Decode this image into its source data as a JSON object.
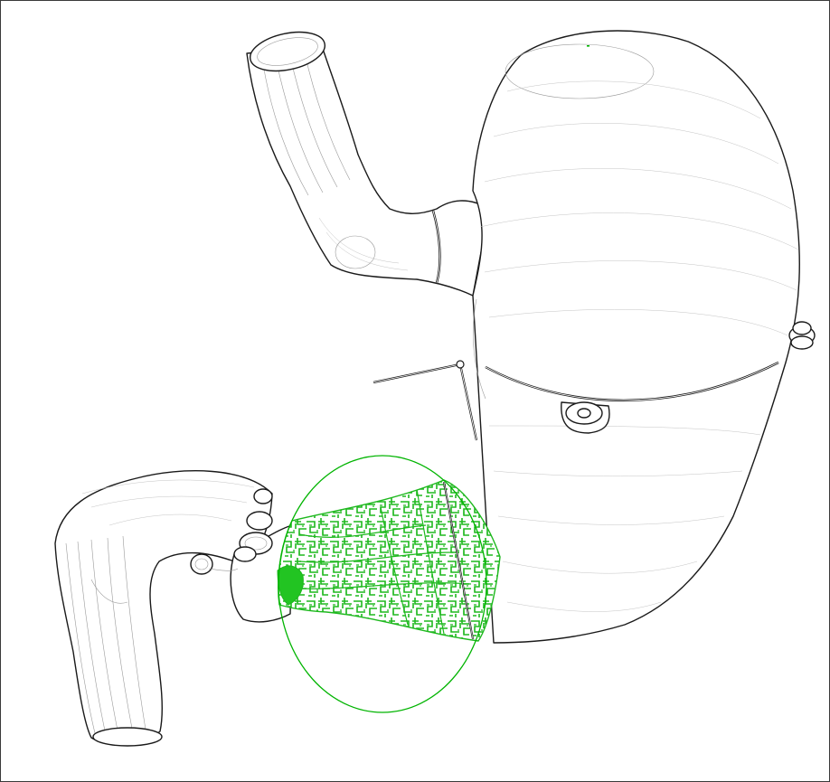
{
  "viewer": {
    "colors": {
      "background": "#ffffff",
      "frame": "#3a3a3a",
      "outline": "#1a1a1a",
      "hatch": "#9a9a9a",
      "highlight": "#00b400",
      "highlight_fill": "#22c422"
    },
    "model": {
      "parts": [
        "esophagus",
        "fundus",
        "body",
        "gastric-band",
        "antrum",
        "pylorus",
        "duodenum"
      ],
      "selected_region": "antrum",
      "selection_shape": "ellipse"
    }
  }
}
